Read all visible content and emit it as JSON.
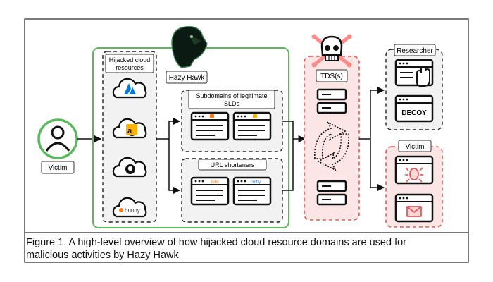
{
  "diagram": {
    "victim_left_label": "Victim",
    "hijacked_cloud_title_line1": "Hijacked cloud",
    "hijacked_cloud_title_line2": "resources",
    "hazy_hawk_label": "Hazy Hawk",
    "subdomains_title_line1": "Subdomains of legitimate",
    "subdomains_title_line2": "SLDs",
    "url_shorteners_title": "URL shorteners",
    "tds_label": "TDS(s)",
    "researcher_label": "Researcher",
    "decoy_label": "DECOY",
    "victim_right_label": "Victim",
    "shortener_1": "bitly",
    "shortener_2": "cuttly",
    "bunny_label": "bunny",
    "colors": {
      "green": "#5cb85c",
      "red": "#e05a5a",
      "dark": "#2b2b2b",
      "azure": "#0078d4",
      "orange": "#ff7a1a"
    },
    "icons": [
      "user-icon",
      "azure-cloud-icon",
      "aws-cloud-icon",
      "github-cloud-icon",
      "bunny-cloud-icon",
      "eagle-icon",
      "browser-window-icon",
      "skull-icon",
      "server-icon",
      "redirect-arrows-icon",
      "hand-icon",
      "bug-icon",
      "envelope-icon"
    ]
  },
  "caption": {
    "line1": "Figure 1. A high-level overview of how hijacked cloud resource domains are used for",
    "line2": "malicious activities by Hazy Hawk"
  }
}
